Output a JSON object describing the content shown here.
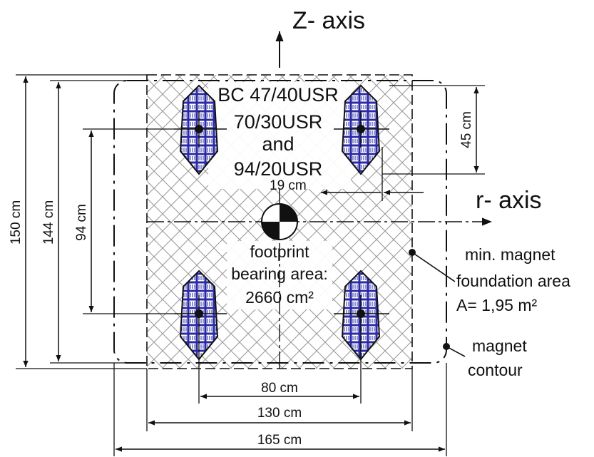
{
  "axes": {
    "z_label": "Z- axis",
    "r_label": "r- axis"
  },
  "title": {
    "line1": "BC 47/40USR",
    "line2": "70/30USR",
    "line3": "and",
    "line4": "94/20USR"
  },
  "footprint": {
    "line1": "footprint",
    "line2": "bearing area:",
    "line3": "2660 cm²"
  },
  "foundation": {
    "line1": "min. magnet",
    "line2": "foundation area",
    "line3": "A= 1,95 m²"
  },
  "contour": {
    "line1": "magnet",
    "line2": "contour"
  },
  "dimensions": {
    "d150": "150 cm",
    "d144": "144 cm",
    "d94": "94 cm",
    "d45": "45 cm",
    "d19": "19 cm",
    "d80": "80 cm",
    "d130": "130 cm",
    "d165": "165 cm"
  },
  "colors": {
    "pad_fill": "#2222a8",
    "hatch": "#9a9a9a",
    "line": "#111111"
  }
}
